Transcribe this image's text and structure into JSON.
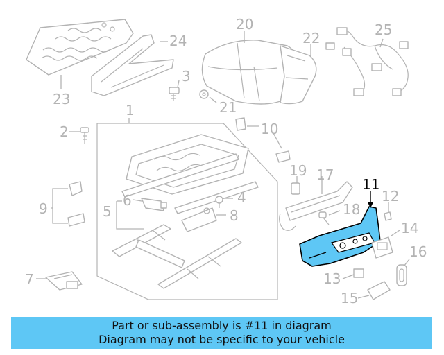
{
  "callouts": {
    "c1": "1",
    "c2": "2",
    "c3": "3",
    "c4": "4",
    "c5": "5",
    "c6": "6",
    "c7": "7",
    "c8": "8",
    "c9": "9",
    "c10": "10",
    "c11": "11",
    "c12": "12",
    "c13": "13",
    "c14": "14",
    "c15": "15",
    "c16": "16",
    "c17": "17",
    "c18": "18",
    "c19": "19",
    "c20": "20",
    "c21": "21",
    "c22": "22",
    "c23": "23",
    "c24": "24",
    "c25": "25"
  },
  "highlighted_part": "11",
  "colors": {
    "highlight_fill": "#5ec7f5",
    "line_gray": "#b3b3b3",
    "banner_bg": "#5ec7f5"
  },
  "banner": {
    "line1": "Part or sub-assembly is #11 in diagram",
    "line2": "Diagram may not be specific to your vehicle"
  }
}
